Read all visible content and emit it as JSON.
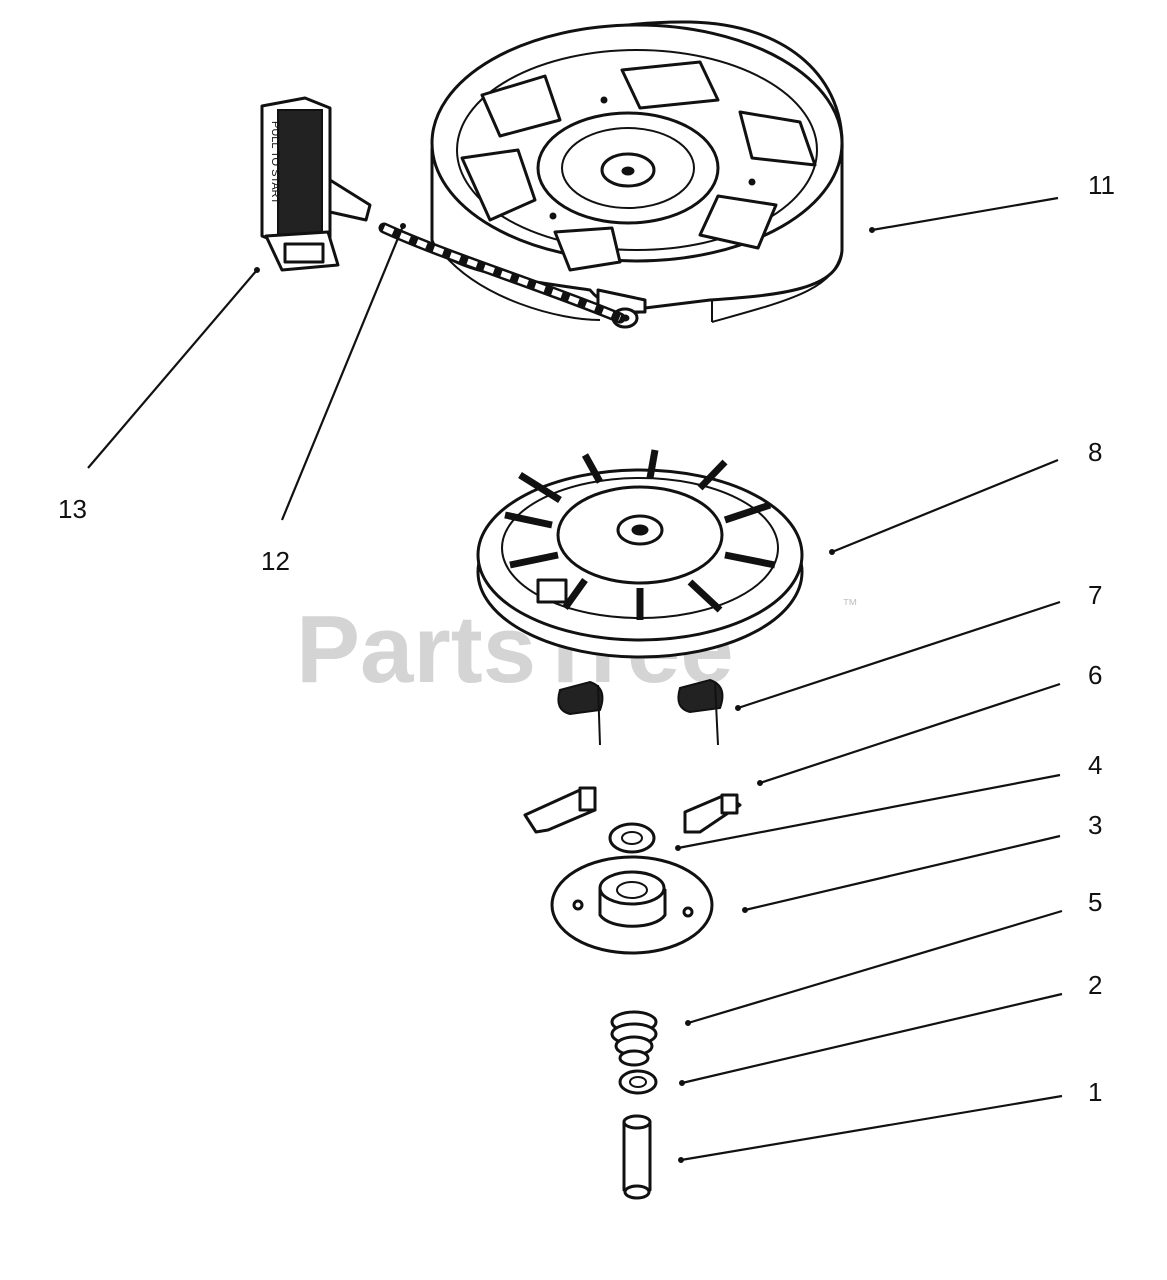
{
  "watermark": {
    "text": "PartsTree",
    "trademark": "™"
  },
  "callouts": [
    {
      "id": "11",
      "label": "11"
    },
    {
      "id": "13",
      "label": "13"
    },
    {
      "id": "12",
      "label": "12"
    },
    {
      "id": "8",
      "label": "8"
    },
    {
      "id": "7",
      "label": "7"
    },
    {
      "id": "6",
      "label": "6"
    },
    {
      "id": "4",
      "label": "4"
    },
    {
      "id": "3",
      "label": "3"
    },
    {
      "id": "5",
      "label": "5"
    },
    {
      "id": "2",
      "label": "2"
    },
    {
      "id": "1",
      "label": "1"
    }
  ],
  "handle_text": "PULL TO START"
}
